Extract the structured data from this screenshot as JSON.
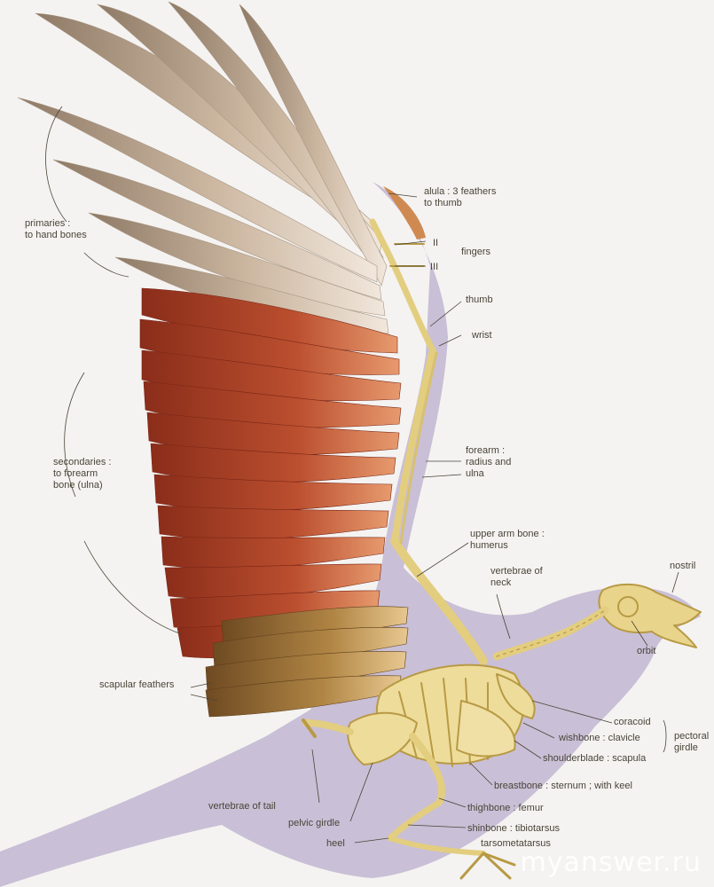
{
  "labels": {
    "alula": "alula : 3 feathers\nto thumb",
    "finger_ii": "II",
    "finger_iii": "III",
    "fingers": "fingers",
    "thumb": "thumb",
    "wrist": "wrist",
    "primaries": "primaries :\nto hand bones",
    "secondaries": "secondaries :\nto forearm\nbone (ulna)",
    "forearm": "forearm :\nradius and\nulna",
    "humerus": "upper arm bone :\nhumerus",
    "neck": "vertebrae of\nneck",
    "nostril": "nostril",
    "orbit": "orbit",
    "scapular": "scapular feathers",
    "coracoid": "coracoid",
    "clavicle": "wishbone : clavicle",
    "scapula": "shoulderblade : scapula",
    "pectoral": "pectoral\ngirdle",
    "sternum": "breastbone : sternum ; with keel",
    "tail": "vertebrae of tail",
    "pelvic": "pelvic girdle",
    "femur": "thighbone : femur",
    "tibiotarsus": "shinbone : tibiotarsus",
    "tarsometatarsus": "tarsometatarsus",
    "heel": "heel"
  },
  "watermark": "myanswer.ru",
  "colors": {
    "background": "#f4f3f1",
    "body": "#c9bfd6",
    "bone": "#e8d48a",
    "bone_stroke": "#b89a45",
    "primary_feather": "#d9c2aa",
    "secondary_feather": "#b2442a",
    "scapular_feather": "#a87a3c",
    "label_text": "#4a4438"
  }
}
